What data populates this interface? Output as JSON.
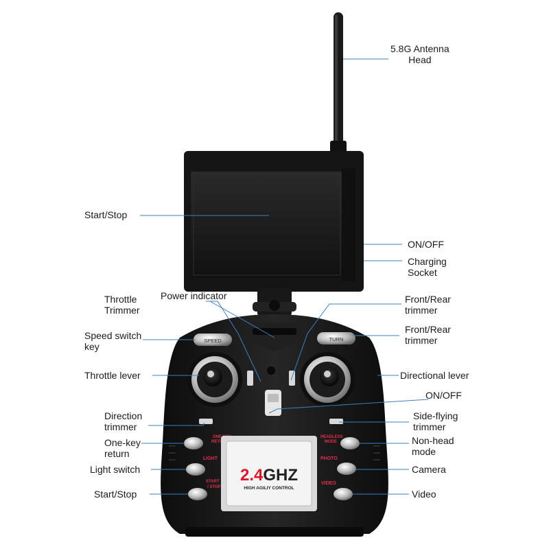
{
  "labels": {
    "antenna": [
      "5.8G Antenna",
      "Head"
    ],
    "screen_start_stop": [
      "Start/Stop"
    ],
    "on_off_top": [
      "ON/OFF"
    ],
    "charging_socket": [
      "Charging",
      "Socket"
    ],
    "power_indicator": [
      "Power indicator"
    ],
    "throttle_trimmer": [
      "Throttle",
      "Trimmer"
    ],
    "front_rear_trimmer_1": [
      "Front/Rear",
      "trimmer"
    ],
    "front_rear_trimmer_2": [
      "Front/Rear",
      "trimmer"
    ],
    "speed_switch_key": [
      "Speed switch",
      "key"
    ],
    "throttle_lever": [
      "Throttle lever"
    ],
    "directional_lever": [
      "Directional lever"
    ],
    "on_off_bottom": [
      "ON/OFF"
    ],
    "direction_trimmer": [
      "Direction",
      "trimmer"
    ],
    "side_flying_trimmer": [
      "Side-flying",
      "trimmer"
    ],
    "one_key_return": [
      "One-key",
      "return"
    ],
    "non_head_mode": [
      "Non-head",
      "mode"
    ],
    "light_switch": [
      "Light switch"
    ],
    "camera": [
      "Camera"
    ],
    "start_stop_bottom": [
      "Start/Stop"
    ],
    "video": [
      "Video"
    ]
  },
  "device": {
    "speed_button": "SPEED",
    "turn_button": "TURN",
    "one_key_return_button": [
      "ONE KEY",
      "RETURN"
    ],
    "light_button": "LIGHT",
    "start_stop_button": [
      "START",
      "/ STOP"
    ],
    "headless_button": [
      "HEADLESS",
      "MODE"
    ],
    "photo_button": "PHOTO",
    "video_button": "VIDEO",
    "panel_brand": "2.4GHZ",
    "panel_brand_lead": "2.4",
    "panel_brand_tail": "GHZ",
    "panel_tagline": "HIGH AGILIY CONTROL"
  },
  "colors": {
    "body": "#141414",
    "screen": "#1c1c1c",
    "leader_line": "#3f7fbf",
    "brand_red": "#d6182c",
    "button_pink": "#e0304e",
    "chrome": "#c9c9c9"
  }
}
